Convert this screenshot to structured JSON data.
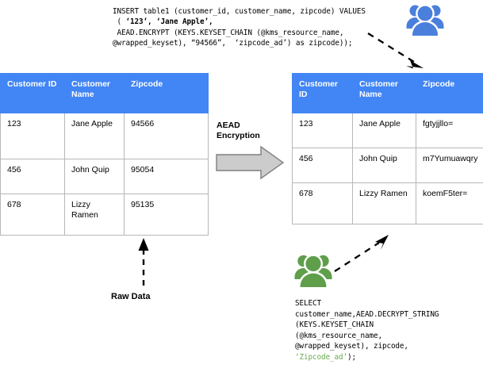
{
  "insert_query": {
    "name": "insert-statement",
    "lines": [
      {
        "text": "INSERT table1 (customer_id, customer_name, zipcode) VALUES",
        "bold": false
      },
      {
        "text": " ( ",
        "bold": false,
        "bold_part": "‘123’, ‘Jane Apple’,"
      },
      {
        "text": " AEAD.ENCRYPT (KEYS.KEYSET_CHAIN (@kms_resource_name,",
        "bold": false
      },
      {
        "text": "@wrapped_keyset), “94566”,  ‘zipcode_ad’) as zipcode));",
        "bold": false
      }
    ],
    "line1": "INSERT table1 (customer_id, customer_name, zipcode) VALUES",
    "line2_prefix": " ( ",
    "line2_bold": "‘123’, ‘Jane Apple’,",
    "line3": " AEAD.ENCRYPT (KEYS.KEYSET_CHAIN (@kms_resource_name,",
    "line4": "@wrapped_keyset), “94566”,  ‘zipcode_ad’) as zipcode));"
  },
  "select_query": {
    "name": "select-statement",
    "line1": "SELECT",
    "line2": "customer_name,AEAD.DECRYPT_STRING",
    "line3": "(KEYS.KEYSET_CHAIN",
    "line4": "(@kms_resource_name,",
    "line5": "@wrapped_keyset), zipcode,",
    "line6_green": "‘Zipcode_ad’",
    "line6_tail": ");"
  },
  "table_plaintext": {
    "title": "raw-data-table",
    "columns": [
      "Customer ID",
      "Customer Name",
      "Zipcode"
    ],
    "rows": [
      {
        "id": "123",
        "name": "Jane Apple",
        "zipcode": "94566"
      },
      {
        "id": "456",
        "name": "John Quip",
        "zipcode": "95054"
      },
      {
        "id": "678",
        "name": "Lizzy Ramen",
        "zipcode": "95135"
      }
    ]
  },
  "table_encrypted": {
    "title": "encrypted-data-table",
    "columns": [
      "Customer ID",
      "Customer Name",
      "Zipcode"
    ],
    "rows": [
      {
        "id": "123",
        "name": "Jane Apple",
        "zipcode": "fgtyjjllo="
      },
      {
        "id": "456",
        "name": "John Quip",
        "zipcode": "m7Yumuawqry"
      },
      {
        "id": "678",
        "name": "Lizzy Ramen",
        "zipcode": "koemF5ter="
      }
    ]
  },
  "labels": {
    "aead_line1": "AEAD",
    "aead_line2": "Encryption",
    "raw_data": "Raw Data"
  },
  "icons": {
    "people_blue": "people-group-icon",
    "people_green": "people-group-icon",
    "big_arrow": "block-arrow-right-icon",
    "raw_arrow": "dashed-arrow-up-icon",
    "dash_arrow_top": "dashed-arrow-down-right-icon",
    "dash_arrow_bottom": "dashed-arrow-up-right-icon"
  },
  "colors": {
    "header_blue": "#4285f4",
    "people_blue": "#4a7fdc",
    "people_green": "#5f9e4a",
    "arrow_gray_fill": "#cccccc",
    "arrow_gray_stroke": "#808080",
    "code_green": "#6aa84f",
    "table_border": "#b7b7b7"
  }
}
